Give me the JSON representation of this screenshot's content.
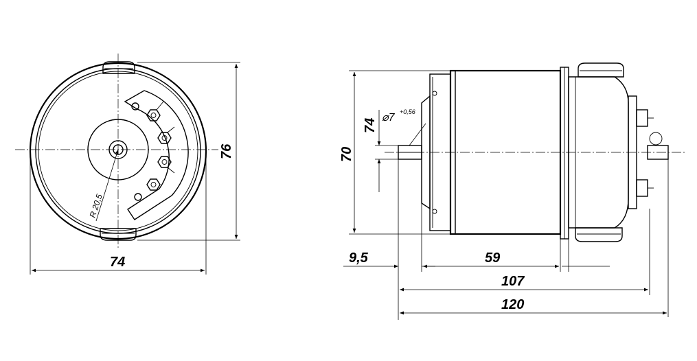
{
  "front_view": {
    "width_dim": "74",
    "height_dim": "76",
    "radius_label": "R 20,5"
  },
  "side_view": {
    "height_dim": "70",
    "offset_dim": "74",
    "shaft_diameter": "⌀7",
    "shaft_tolerance": "+0,56",
    "shaft_length_dim": "9,5",
    "body_length_dim": "59",
    "length_107": "107",
    "length_120": "120"
  }
}
